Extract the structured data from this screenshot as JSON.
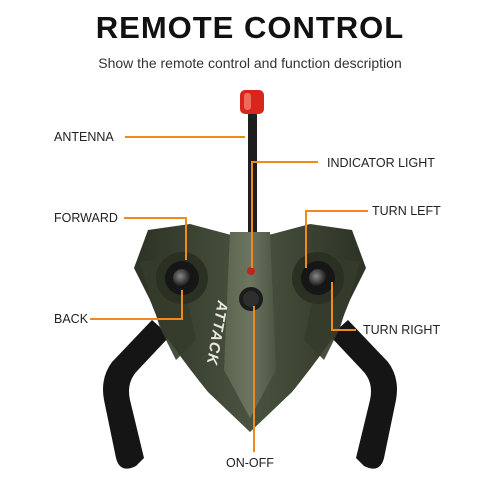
{
  "header": {
    "title": "REMOTE CONTROL",
    "subtitle": "Show the remote control and function description"
  },
  "labels": {
    "antenna": "ANTENNA",
    "indicator_light": "INDICATOR LIGHT",
    "forward": "FORWARD",
    "turn_left": "TURN LEFT",
    "back": "BACK",
    "turn_right": "TURN RIGHT",
    "on_off": "ON-OFF"
  },
  "device": {
    "brand_text": "ATTACK"
  },
  "colors": {
    "callout": "#f08a1c",
    "body": "#3d4532",
    "antenna_tip": "#d8261c"
  }
}
